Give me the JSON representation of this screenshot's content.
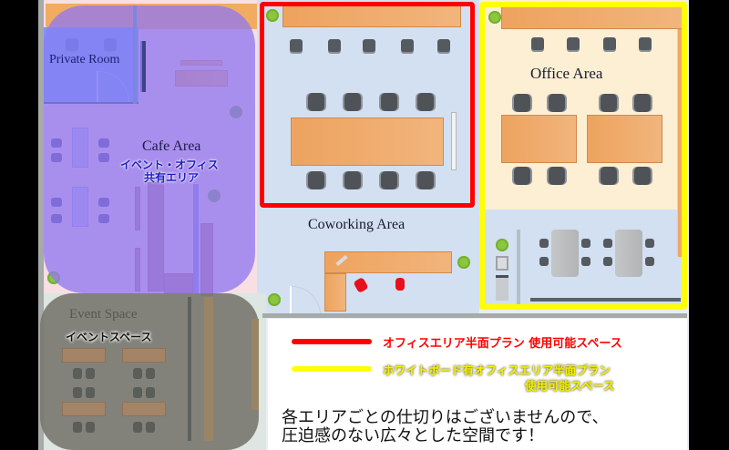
{
  "areas": {
    "private_room": {
      "label": "Private Room"
    },
    "cafe_area": {
      "label": "Cafe Area",
      "sub_label_1": "イベント・オフィス",
      "sub_label_2": "共有エリア"
    },
    "event_space": {
      "label": "Event Space",
      "sub_label": "イベントスペース"
    },
    "coworking_area": {
      "label": "Coworking Area"
    },
    "office_area": {
      "label": "Office Area"
    }
  },
  "legend": {
    "red": {
      "color": "#ff0000",
      "text": "オフィスエリア半面プラン 使用可能スペース"
    },
    "yellow": {
      "color": "#ffff00",
      "text_line1": "ホワイトボード有オフィスエリア半面プラン",
      "text_line2": "使用可能スペース"
    }
  },
  "note": {
    "line1": "各エリアごとの仕切りはございませんので、",
    "line2": "圧迫感のない広々とした空間です！"
  },
  "colors": {
    "red_boundary": "#ff0000",
    "yellow_boundary": "#ffff00",
    "cafe_overlay": "#9b7df0",
    "event_overlay": "#7a7a72",
    "desk": "#eea35f",
    "floor_blue": "#d3e0f2",
    "floor_cream": "#fdefd3"
  }
}
